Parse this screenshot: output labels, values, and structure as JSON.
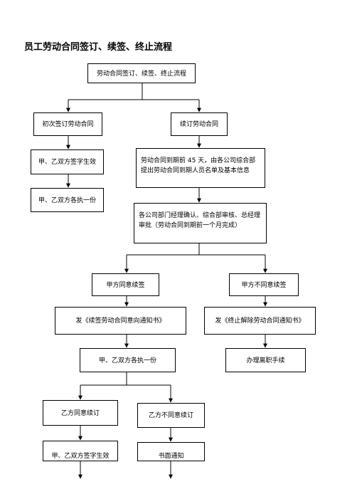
{
  "title": "员工劳动合同签订、续签、终止流程",
  "nodes": {
    "top": "劳动合同签订、续签、终止流程",
    "initial": "初次签订劳动合同",
    "renew": "续订劳动合同",
    "sign_effect": "甲、乙双方签字生效",
    "each_copy_1": "甲、乙双方各执一份",
    "expire_45": "劳动合同到期前 45 天，由各公司综合部提出劳动合同到期人员名单及基本信息",
    "confirm": "各公司部门经理确认、综合部审核、总经理审批（劳动合同到期前一个月完成）",
    "a_agree": "甲方同意续签",
    "a_disagree": "甲方不同意续签",
    "renew_notice": "发《续签劳动合同意向通知书》",
    "terminate_notice": "发《终止解除劳动合同通知书》",
    "each_copy_2": "甲、乙双方各执一份",
    "resign": "办理离职手续",
    "b_agree": "乙方同意续订",
    "b_disagree": "乙方不同意续订",
    "sign_effect_2": "甲、乙双方签字生效",
    "written_notice": "书面通知"
  }
}
